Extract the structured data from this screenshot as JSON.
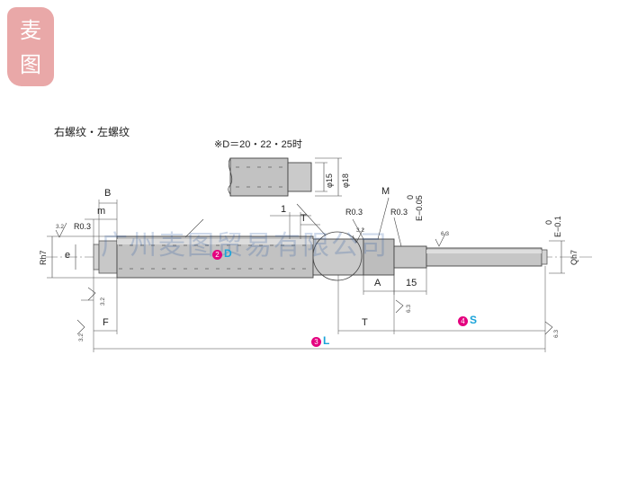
{
  "logo": {
    "chars": [
      "麦",
      "图"
    ],
    "color": "#e9a8a8"
  },
  "watermark": "广州麦图贸易有限公司",
  "title": "右螺纹・左螺纹",
  "inset": {
    "note": "※D＝20・22・25时",
    "dia1": "φ15",
    "dia2": "φ18"
  },
  "labels": {
    "B": "B",
    "m": "m",
    "r03_left": "R0.3",
    "r03_mid": "R0.3",
    "r03_right": "R0.3",
    "M": "M",
    "e0": "0",
    "e_tol": "E−0.05",
    "E0": "0",
    "E_tol": "E−0.1",
    "one": "1",
    "T_top": "T",
    "Rh7": "Rh7",
    "e": "e",
    "Qh7": "Qh7",
    "A": "A",
    "fifteen": "15",
    "F": "F",
    "T": "T",
    "S": "S",
    "L": "L",
    "D": "D",
    "n2": "2",
    "n3": "3",
    "n4": "4"
  },
  "roughness": {
    "r32": "3.2",
    "r63": "6.3"
  },
  "colors": {
    "shaft": "#c2c2c2",
    "shaft_light": "#dedede",
    "accent_magenta": "#e4007f",
    "accent_cyan": "#1aa3d9"
  }
}
